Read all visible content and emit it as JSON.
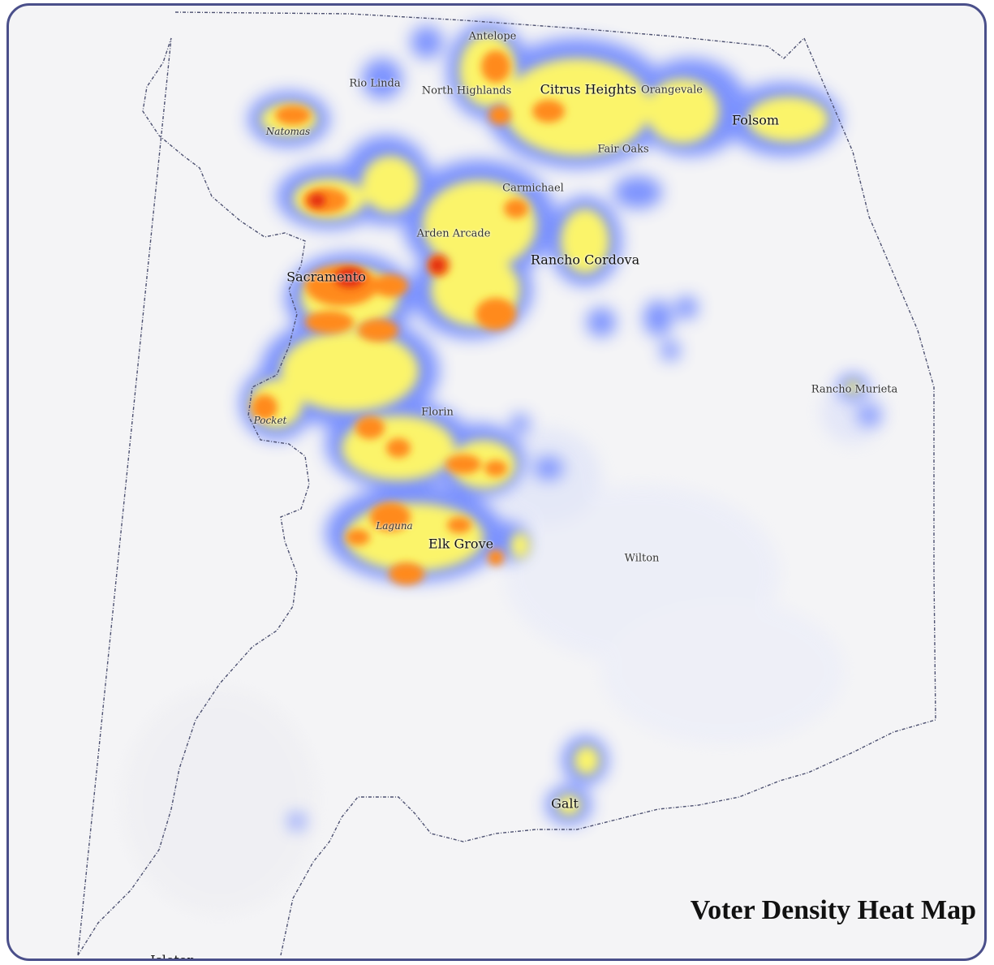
{
  "map": {
    "title": "Voter Density Heat Map",
    "colors": {
      "frame": "#4a4f8a",
      "background": "#f4f4f6",
      "low": "#6f86ff",
      "mid": "#fbf46a",
      "high": "#ff8a1e",
      "peak": "#e0270f"
    }
  },
  "places": {
    "antelope": "Antelope",
    "rio_linda": "Rio Linda",
    "north_highlands": "North Highlands",
    "citrus_heights": "Citrus Heights",
    "orangevale": "Orangevale",
    "natomas": "Natomas",
    "folsom": "Folsom",
    "fair_oaks": "Fair Oaks",
    "carmichael": "Carmichael",
    "arden_arcade": "Arden Arcade",
    "rancho_cordova": "Rancho Cordova",
    "sacramento": "Sacramento",
    "rancho_murieta": "Rancho Murieta",
    "florin": "Florin",
    "pocket": "Pocket",
    "laguna": "Laguna",
    "elk_grove": "Elk Grove",
    "wilton": "Wilton",
    "galt": "Galt",
    "isleton": "Isleton"
  }
}
